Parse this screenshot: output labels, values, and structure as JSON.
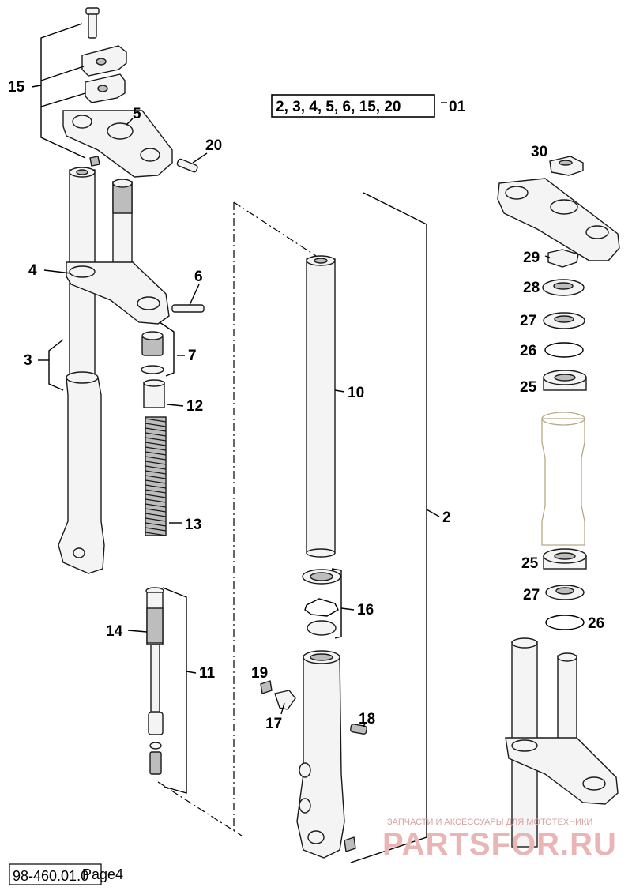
{
  "diagram": {
    "assembly_box": {
      "label": "2, 3, 4, 5, 6, 15, 20",
      "ref": "01"
    },
    "part_labels": [
      {
        "id": "15",
        "text": "15"
      },
      {
        "id": "5",
        "text": "5"
      },
      {
        "id": "20",
        "text": "20"
      },
      {
        "id": "4",
        "text": "4"
      },
      {
        "id": "6",
        "text": "6"
      },
      {
        "id": "3",
        "text": "3"
      },
      {
        "id": "7",
        "text": "7"
      },
      {
        "id": "12",
        "text": "12"
      },
      {
        "id": "13",
        "text": "13"
      },
      {
        "id": "14",
        "text": "14"
      },
      {
        "id": "11",
        "text": "11"
      },
      {
        "id": "10",
        "text": "10"
      },
      {
        "id": "2",
        "text": "2"
      },
      {
        "id": "16",
        "text": "16"
      },
      {
        "id": "19",
        "text": "19"
      },
      {
        "id": "17",
        "text": "17"
      },
      {
        "id": "18",
        "text": "18"
      },
      {
        "id": "30",
        "text": "30"
      },
      {
        "id": "29",
        "text": "29"
      },
      {
        "id": "28",
        "text": "28"
      },
      {
        "id": "27a",
        "text": "27"
      },
      {
        "id": "26a",
        "text": "26"
      },
      {
        "id": "25a",
        "text": "25"
      },
      {
        "id": "25b",
        "text": "25"
      },
      {
        "id": "27b",
        "text": "27"
      },
      {
        "id": "26b",
        "text": "26"
      }
    ]
  },
  "watermark": {
    "tagline": "ЗАПЧАСТИ И АКСЕССУАРЫ ДЛЯ МОТОТЕХНИКИ",
    "brand": "PARTSFOR.RU"
  },
  "footer": {
    "code": "98-460.01.0",
    "page": "Page4"
  }
}
